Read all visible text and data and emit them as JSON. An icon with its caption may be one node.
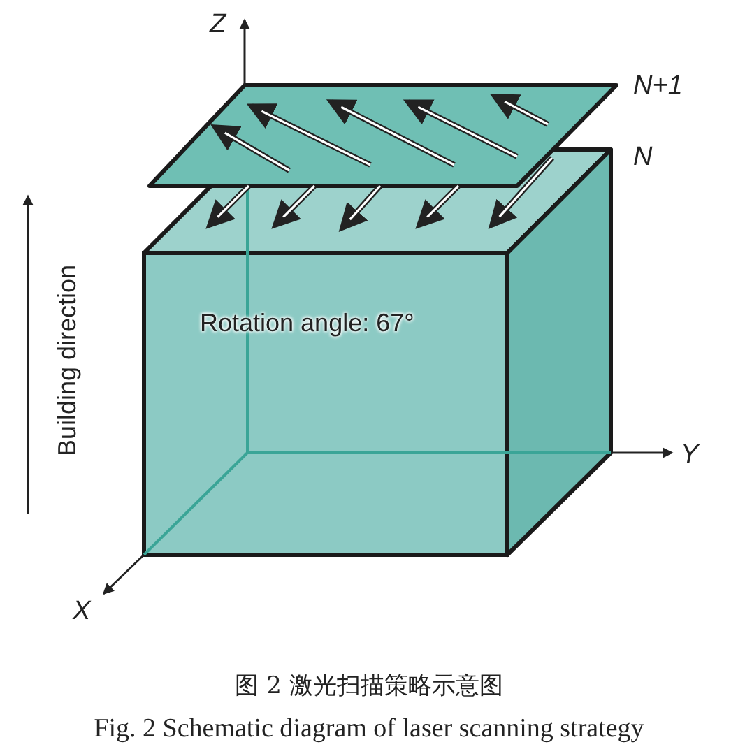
{
  "diagram": {
    "caption": "Fig. 2 Schematic diagram of laser scanning strategy",
    "labels": [
      "Z",
      "N+1",
      "N",
      "Building direction",
      "Rotation angle: 67°",
      "Y",
      "X",
      "图 2 激光扫描策略示意图"
    ]
  }
}
